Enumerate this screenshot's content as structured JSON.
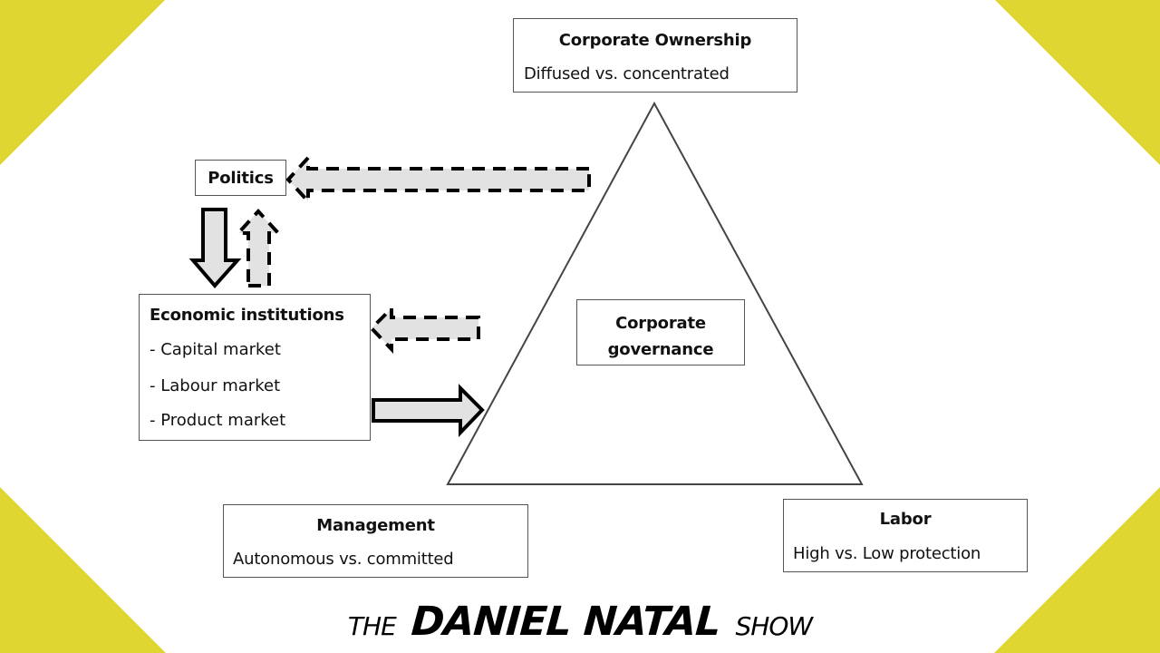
{
  "colors": {
    "accent_yellow": "#E0D631",
    "background": "#FFFFFF",
    "box_border": "#555555",
    "arrow_fill": "#E2E2E2",
    "arrow_stroke": "#000000",
    "triangle_stroke": "#444444"
  },
  "diagram": {
    "corporate_ownership": {
      "title": "Corporate Ownership",
      "subtitle": "Diffused vs. concentrated"
    },
    "politics": {
      "title": "Politics"
    },
    "economic_institutions": {
      "title": "Economic institutions",
      "items": [
        "- Capital market",
        "- Labour market",
        "- Product market"
      ]
    },
    "corporate_governance": {
      "title_line1": "Corporate",
      "title_line2": "governance"
    },
    "management": {
      "title": "Management",
      "subtitle": "Autonomous vs. committed"
    },
    "labor": {
      "title": "Labor",
      "subtitle": "High vs. Low protection"
    },
    "arrows": [
      {
        "from": "corporate_governance",
        "to": "politics",
        "style": "dashed"
      },
      {
        "from": "politics",
        "to": "economic_institutions",
        "style": "solid"
      },
      {
        "from": "economic_institutions",
        "to": "politics",
        "style": "dashed"
      },
      {
        "from": "corporate_governance",
        "to": "economic_institutions",
        "style": "dashed"
      },
      {
        "from": "economic_institutions",
        "to": "corporate_governance",
        "style": "solid"
      }
    ]
  },
  "branding": {
    "prefix": "THE",
    "name": "DANIEL NATAL",
    "suffix": "SHOW"
  }
}
